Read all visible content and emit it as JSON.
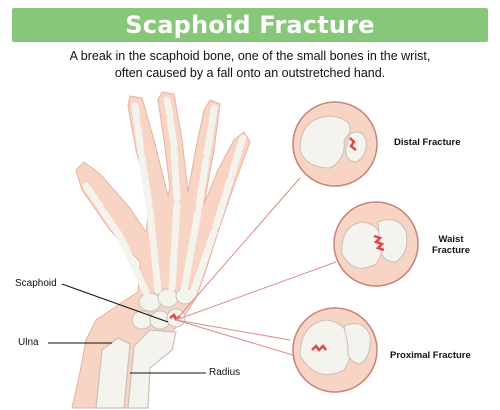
{
  "title": "Scaphoid Fracture",
  "subtitle_lines": [
    "A break in the scaphoid bone, one of the small bones in the wrist,",
    "often caused by a fall onto an outstretched hand."
  ],
  "labels": {
    "scaphoid": "Scaphoid",
    "ulna": "Ulna",
    "radius": "Radius"
  },
  "fracture_types": [
    {
      "label": "Distal Fracture"
    },
    {
      "label_line1": "Waist",
      "label_line2": "Fracture"
    },
    {
      "label": "Proximal Fracture"
    }
  ],
  "stock_id": "841124104",
  "colors": {
    "title_bg": "#86c77a",
    "skin": "#f7d4c4",
    "bone": "#f4f3ee",
    "bone_outline": "#c9c2b8",
    "circle_border": "#c8837a",
    "fracture": "#e04848",
    "pointer": "#d98f88"
  }
}
